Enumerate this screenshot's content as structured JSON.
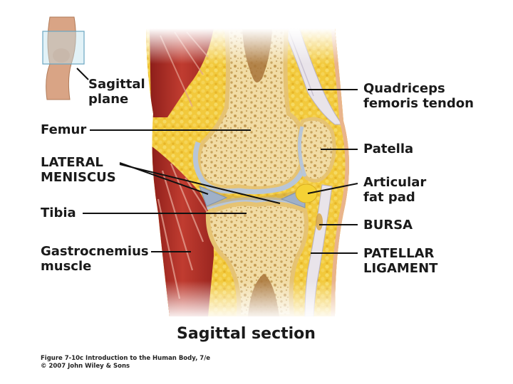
{
  "labels": {
    "sagittal_plane": [
      "Sagittal",
      "plane"
    ],
    "femur": "Femur",
    "lateral_meniscus": [
      "LATERAL",
      "MENISCUS"
    ],
    "tibia": "Tibia",
    "gastrocnemius": [
      "Gastrocnemius",
      "muscle"
    ],
    "quadriceps": [
      "Quadriceps",
      "femoris tendon"
    ],
    "patella": "Patella",
    "fat_pad": [
      "Articular",
      "fat pad"
    ],
    "bursa": "BURSA",
    "patellar_ligament": [
      "PATELLAR",
      "LIGAMENT"
    ]
  },
  "caption": "Sagittal section",
  "credit": [
    "Figure 7-10c Introduction to the Human Body, 7/e",
    "© 2007 John Wiley & Sons"
  ],
  "colors": {
    "bone": "#f1dca5",
    "bone_pore": "#c9a35c",
    "cortex": "#eccf88",
    "cartilage": "#b8c6d8",
    "muscle": "#b5322a",
    "fat": "#f2c93a",
    "tendon": "#e9e4ea",
    "skin": "#e9b48c"
  }
}
